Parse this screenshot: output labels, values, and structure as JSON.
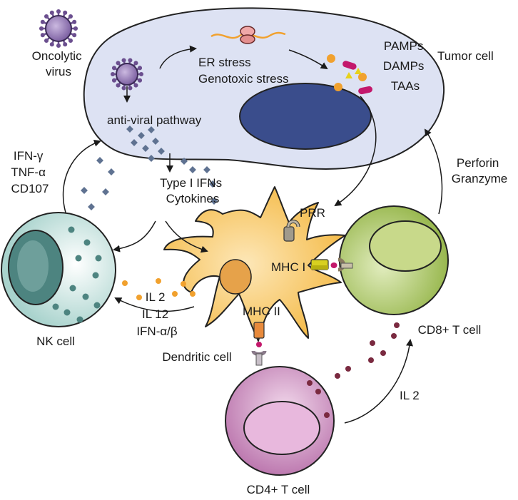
{
  "labels": {
    "oncolytic_virus": [
      "Oncolytic",
      "virus"
    ],
    "tumor_cell": "Tumor cell",
    "stress": [
      "ER stress",
      "Genotoxic stress"
    ],
    "molecules": [
      "PAMPs",
      "DAMPs",
      "TAAs"
    ],
    "anti_viral": "anti-viral pathway",
    "nk_effectors": [
      "IFN-γ",
      "TNF-α",
      "CD107"
    ],
    "ifns": [
      "Type I IFNs",
      "Cytokines"
    ],
    "perforin": [
      "Perforin",
      "Granzyme"
    ],
    "prr": "PRR",
    "mhc1": "MHC I",
    "mhc2": "MHC II",
    "dc_cytokines": [
      "IL 2",
      "IL 12",
      "IFN-α/β"
    ],
    "nk_cell": "NK cell",
    "dendritic_cell": "Dendritic cell",
    "cd8": "CD8+ T cell",
    "il2_right": "IL 2",
    "cd4": "CD4+ T cell"
  },
  "colors": {
    "tumor_fill": "#dde2f3",
    "tumor_nucleus": "#3a4d8c",
    "virus": "#8e74b0",
    "dendritic": "#f6c766",
    "dc_nucleus": "#e6a24a",
    "nk": "#c5e3df",
    "nk_nucleus": "#4d8480",
    "cd8": "#a9c45f",
    "cd4": "#cc8fc0",
    "pamp_magenta": "#c3186b",
    "damp_yellow": "#e7d21a",
    "taa_orange": "#f1a12e",
    "ifn_dots": "#5f7291",
    "il2_dots": "#7a2a40"
  }
}
